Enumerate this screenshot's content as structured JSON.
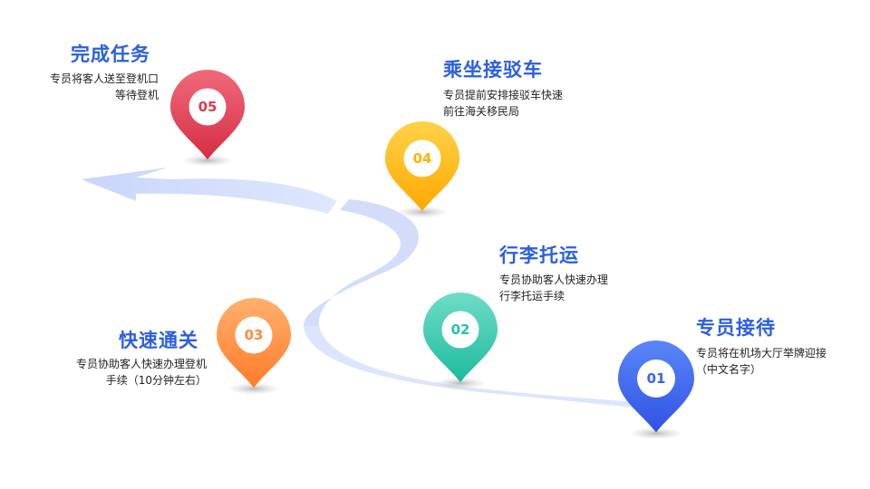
{
  "steps": [
    {
      "num": "01",
      "title": "专员接待",
      "desc": "专员将在机场大厅举牌迎接\n（中文名字）",
      "color": "#3b62ee",
      "color_top": "#5a86f7",
      "num_color": "#3b62ee"
    },
    {
      "num": "02",
      "title": "行李托运",
      "desc": "专员协助客人快速办理\n行李托运手续",
      "color": "#25c4a6",
      "color_top": "#6fdcc6",
      "num_color": "#25c4a6"
    },
    {
      "num": "03",
      "title": "快速通关",
      "desc": "专员协助客人快速办理登机\n手续（10分钟左右）",
      "color": "#ff8a3a",
      "color_top": "#ffb06d",
      "num_color": "#ff8a3a"
    },
    {
      "num": "04",
      "title": "乘坐接驳车",
      "desc": "专员提前安排接驳车快速\n前往海关移民局",
      "color": "#ffb300",
      "color_top": "#ffd24a",
      "num_color": "#ffb300"
    },
    {
      "num": "05",
      "title": "完成任务",
      "desc": "专员将客人送至登机口\n等待登机",
      "color": "#e03a4e",
      "color_top": "#f06a7a",
      "num_color": "#e03a4e"
    }
  ]
}
